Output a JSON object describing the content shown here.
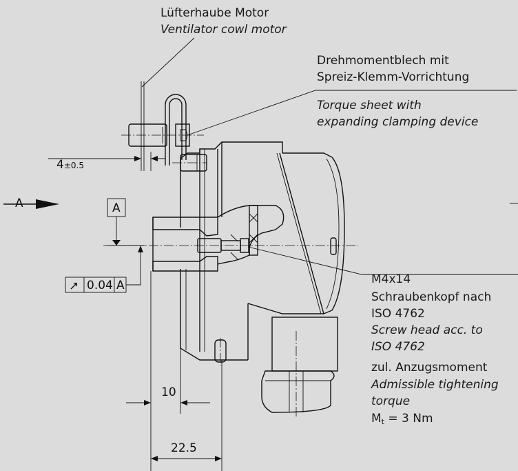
{
  "labels": {
    "fan_cowl_de": "Lüfterhaube Motor",
    "fan_cowl_en": "Ventilator cowl motor",
    "torque_sheet_de_1": "Drehmomentblech mit",
    "torque_sheet_de_2": "Spreiz-Klemm-Vorrichtung",
    "torque_sheet_en_1": "Torque sheet with",
    "torque_sheet_en_2": "expanding clamping device",
    "screw_1": "M4x14",
    "screw_2": "Schraubenkopf nach",
    "screw_3": "ISO 4762",
    "screw_4": "Screw head acc. to",
    "screw_5": "ISO 4762",
    "screw_6": "zul. Anzugsmoment",
    "screw_7": "Admissible tightening",
    "screw_8": "torque",
    "screw_9_main": "M",
    "screw_9_sub": "t",
    "screw_9_rest": " = 3 Nm"
  },
  "dimensions": {
    "offset_main": "4",
    "offset_tol": "±0.5",
    "dim_10": "10",
    "dim_22_5": "22.5"
  },
  "view_arrow": {
    "letter": "A"
  },
  "datum": {
    "letter": "A"
  },
  "tolerance_frame": {
    "symbol": "↗",
    "value": "0.04",
    "datum": "A"
  },
  "colors": {
    "background": "#dcdcdc",
    "line": "#111111"
  }
}
